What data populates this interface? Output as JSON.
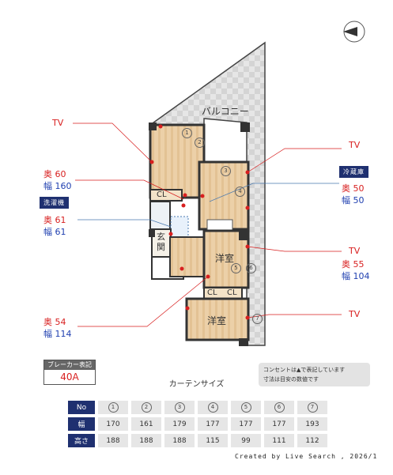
{
  "balcony_label": "バルコニー",
  "rooms": {
    "room1": "洋室",
    "room2": "洋室",
    "entrance": "玄関",
    "closets": [
      "CL",
      "CL",
      "CL"
    ]
  },
  "window_numbers": [
    "1",
    "2",
    "3",
    "4",
    "5",
    "6",
    "7"
  ],
  "callouts": {
    "tv_labels": [
      "TV",
      "TV",
      "TV",
      "TV"
    ],
    "left_fridge_depth": "奥  60",
    "left_fridge_width": "幅 160",
    "washer_badge": "洗濯機",
    "washer_depth": "奥  61",
    "washer_width": "幅  61",
    "fridge_badge": "冷蔵庫",
    "fridge_depth": "奥  50",
    "fridge_width": "幅  50",
    "right_lower_depth": "奥  55",
    "right_lower_width": "幅 104",
    "left_lower_depth": "奥  54",
    "left_lower_width": "幅 114"
  },
  "breaker": {
    "title": "ブレーカー表記",
    "value": "40A"
  },
  "note": {
    "line1": "コンセントは▲で表記しています",
    "line2": "寸法は目安の数値です"
  },
  "curtain": {
    "title": "カーテンサイズ",
    "row_headers": [
      "No",
      "幅",
      "高さ"
    ],
    "numbers": [
      "1",
      "2",
      "3",
      "4",
      "5",
      "6",
      "7"
    ],
    "widths": [
      "170",
      "161",
      "179",
      "177",
      "177",
      "177",
      "193"
    ],
    "heights": [
      "188",
      "188",
      "188",
      "115",
      "99",
      "111",
      "112"
    ]
  },
  "credit": "Created by Live Search , 2026/1",
  "colors": {
    "callout_red": "#d81f1f",
    "callout_blue": "#1f3fb0",
    "header_navy": "#1f3070",
    "floor_wood": "#e9c9a0",
    "balcony_grey": "#dcdcdc"
  },
  "icons": {
    "compass": "north-arrow-icon"
  }
}
